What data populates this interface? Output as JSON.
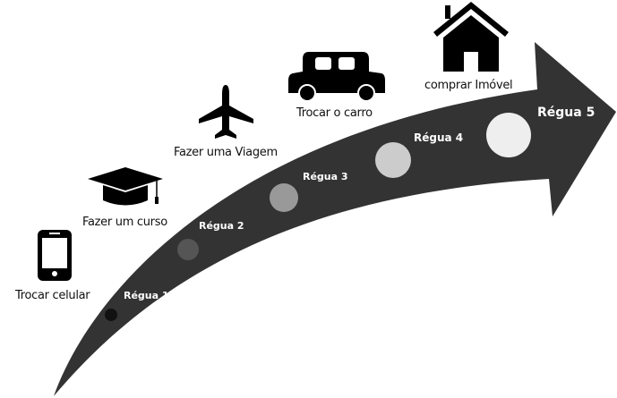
{
  "goals": [
    {
      "label": "Trocar celular",
      "icon": "smartphone-icon"
    },
    {
      "label": "Fazer um curso",
      "icon": "graduation-cap-icon"
    },
    {
      "label": "Fazer uma Viagem",
      "icon": "airplane-icon"
    },
    {
      "label": "Trocar o carro",
      "icon": "car-icon"
    },
    {
      "label": "comprar Imóvel",
      "icon": "house-icon"
    }
  ],
  "steps": [
    {
      "label": "Régua 1",
      "color": "#111111"
    },
    {
      "label": "Régua 2",
      "color": "#555555"
    },
    {
      "label": "Régua 3",
      "color": "#999999"
    },
    {
      "label": "Régua 4",
      "color": "#cccccc"
    },
    {
      "label": "Régua 5",
      "color": "#eeeeee"
    }
  ],
  "arrow_color": "#333333"
}
